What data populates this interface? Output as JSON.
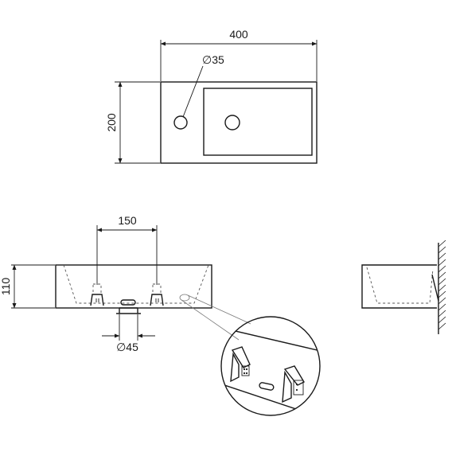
{
  "top_view": {
    "width_label": "400",
    "height_label": "200",
    "hole_label": "∅35"
  },
  "front_view": {
    "spacing_label": "150",
    "height_label": "110",
    "drain_label": "∅45"
  }
}
